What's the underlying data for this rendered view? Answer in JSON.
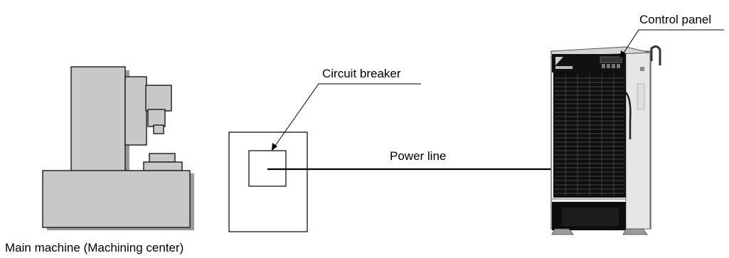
{
  "labels": {
    "main_machine": "Main machine (Machining center)",
    "circuit_breaker": "Circuit breaker",
    "power_line": "Power line",
    "control_panel": "Control panel"
  },
  "colors": {
    "machine_fill": "#c8c8c8",
    "machine_stroke": "#1a1a1a",
    "line": "#000000",
    "chiller_body": "#f2f2f2",
    "chiller_grille": "#111111",
    "chiller_base": "#0d0d0d"
  },
  "icons": {
    "brand_logo": "daikin-logo-icon"
  }
}
